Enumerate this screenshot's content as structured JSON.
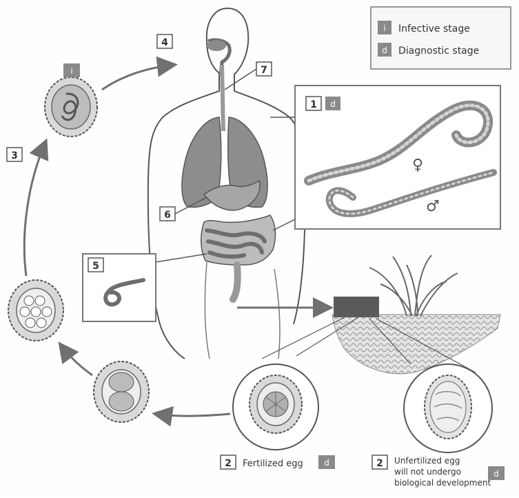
{
  "legend": {
    "infective_symbol": "i",
    "infective_label": "Infective stage",
    "diagnostic_symbol": "d",
    "diagnostic_label": "Diagnostic stage"
  },
  "step_numbers": {
    "s1": "1",
    "s2a": "2",
    "s2b": "2",
    "s3": "3",
    "s4": "4",
    "s5": "5",
    "s6": "6",
    "s7": "7"
  },
  "stage_badges": {
    "embryonated_egg": "i",
    "adult_worms": "d",
    "fertilized_egg": "d",
    "unfertilized_egg": "d"
  },
  "sex_symbols": {
    "female": "♀",
    "male": "♂"
  },
  "captions": {
    "fertilized": "Fertilized egg",
    "unfertilized_line1": "Unfertilized egg",
    "unfertilized_line2": "will not undergo",
    "unfertilized_line3": "biological development"
  },
  "colors": {
    "line": "#555555",
    "arrow": "#707070",
    "badge": "#8a8a8a",
    "organ_dark": "#6e6e6e",
    "organ_mid": "#9a9a9a",
    "box_border": "#777777",
    "soil": "#b9b9b9",
    "feces": "#5a5a5a"
  }
}
